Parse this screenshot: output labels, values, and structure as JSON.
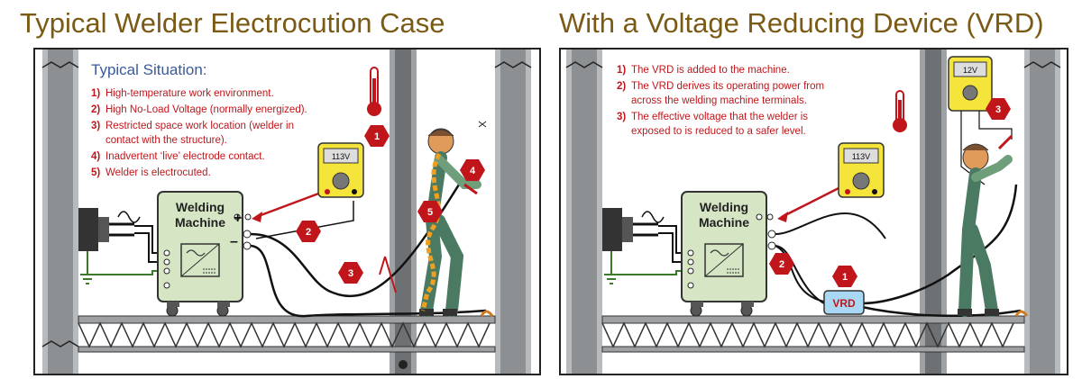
{
  "left": {
    "heading": "Typical Welder Electrocution Case",
    "situation_title": "Typical Situation:",
    "items": [
      {
        "num": "1)",
        "text": "High-temperature work environment."
      },
      {
        "num": "2)",
        "text": "High No-Load Voltage (normally energized)."
      },
      {
        "num": "3)",
        "text": "Restricted space work location (welder in"
      },
      {
        "num": "",
        "text": "contact with the structure)."
      },
      {
        "num": "4)",
        "text": "Inadvertent ‘live’ electrode contact."
      },
      {
        "num": "5)",
        "text": "Welder is electrocuted."
      }
    ],
    "machine_label_1": "Welding",
    "machine_label_2": "Machine",
    "plus": "+",
    "minus": "–",
    "meter": "113V",
    "badges": [
      "1",
      "2",
      "3",
      "4",
      "5"
    ]
  },
  "right": {
    "heading": "With a Voltage Reducing Device (VRD)",
    "items": [
      {
        "num": "1)",
        "text": "The VRD is added to the machine."
      },
      {
        "num": "2)",
        "text": "The VRD derives its operating power from"
      },
      {
        "num": "",
        "text": "across the welding machine terminals."
      },
      {
        "num": "3)",
        "text": "The effective voltage that the welder is"
      },
      {
        "num": "",
        "text": "exposed to is reduced to a safer level."
      }
    ],
    "machine_label_1": "Welding",
    "machine_label_2": "Machine",
    "meter_main": "113V",
    "meter_welder": "12V",
    "vrd": "VRD",
    "badges": [
      "1",
      "2",
      "3"
    ]
  },
  "colors": {
    "heading": "#7a5a14",
    "red": "#c0161b",
    "machine": "#d6e6c4",
    "meter": "#f5e43a",
    "vrd": "#a9d8f5"
  }
}
